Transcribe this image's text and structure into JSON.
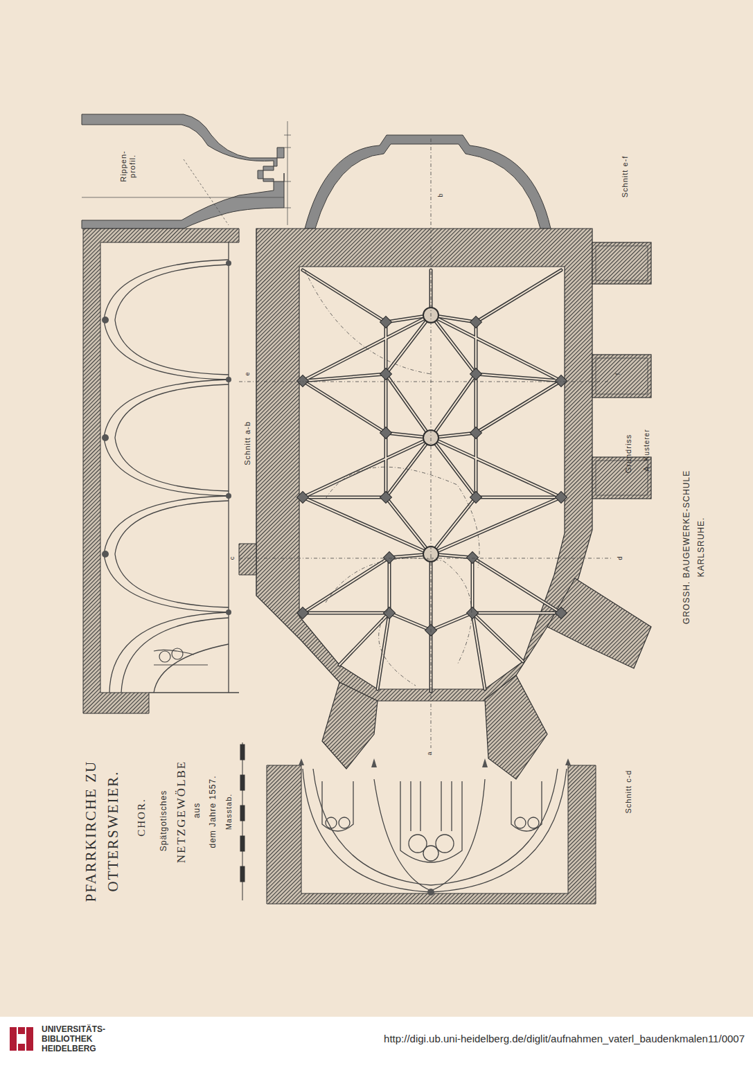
{
  "diagram": {
    "title": "PFARRKIRCHE ZU OTTERSWEIER.",
    "labels": [
      "CHOR.",
      "Spätgotisches",
      "NETZGEWÖLBE",
      "aus",
      "dem Jahre 1557.",
      "Masstab.",
      "Rippen- profil.",
      "Schnitt a-b",
      "Schnitt e-f",
      "Grundriss",
      "A. Kusterer",
      "GROSSH. BAUGEWERKE-SCHULE",
      "KARLSRUHE.",
      "Schnitt c-d",
      "a",
      "b",
      "c",
      "d",
      "e",
      "f",
      "UNIVERSITÄTS- BIBLIOTHEK HEIDELBERG",
      "http://digi.ub.uni-heidelberg.de/diglit/aufnahmen_vaterl_baudenkmalen11/0007"
    ]
  }
}
